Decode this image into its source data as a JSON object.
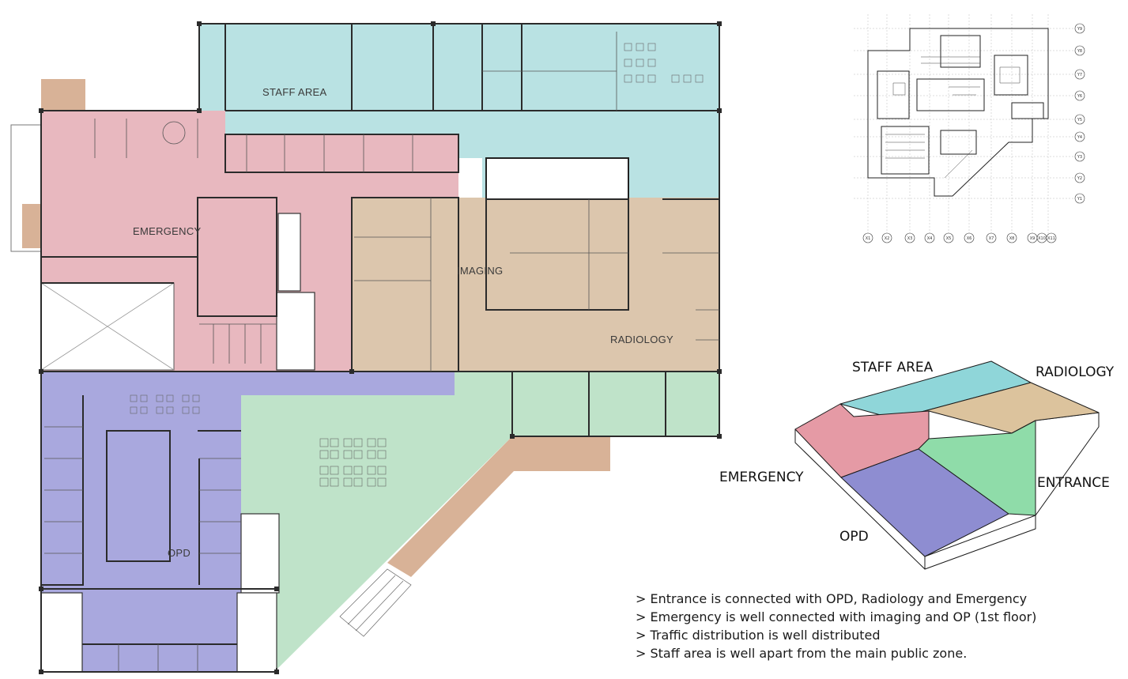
{
  "plan": {
    "zones": {
      "staff_area": "STAFF AREA",
      "emergency": "EMERGENCY",
      "imaging": "IMAGING",
      "radiology": "RADIOLOGY",
      "opd": "OPD"
    },
    "colors": {
      "staff": "#b9e2e3",
      "emergency": "#e8b8bf",
      "radiology": "#dcc6ad",
      "opd": "#a9a8de",
      "entrance": "#bfe3c9",
      "walkway": "#d8b297"
    }
  },
  "massing": {
    "labels": {
      "staff_area": "STAFF AREA",
      "radiology": "RADIOLOGY",
      "emergency": "EMERGENCY",
      "entrance": "ENTRANCE",
      "opd": "OPD"
    },
    "colors": {
      "staff": "#8fd6d9",
      "radiology": "#dcc39d",
      "emergency": "#e59aa5",
      "opd": "#8e8dd1",
      "entrance": "#8fdca9"
    }
  },
  "key_plan": {
    "x_axis": [
      "X1",
      "X2",
      "X3",
      "X4",
      "X5",
      "X6",
      "X7",
      "X8",
      "X9",
      "X10",
      "X11"
    ],
    "y_axis": [
      "Y9",
      "Y8",
      "Y7",
      "Y6",
      "Y5",
      "Y4",
      "Y3",
      "Y2",
      "Y1"
    ]
  },
  "notes": [
    "> Entrance is connected with OPD, Radiology and Emergency",
    "> Emergency is well connected with imaging and OP (1st floor)",
    "> Traffic distribution is well distributed",
    "> Staff area is well apart from the main public zone."
  ]
}
